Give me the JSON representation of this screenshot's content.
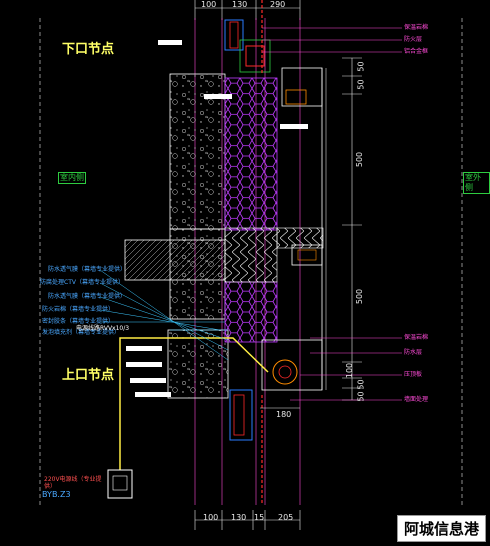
{
  "titles": {
    "lower_node": "下口节点",
    "upper_node": "上口节点"
  },
  "rooms": {
    "left": "室内侧",
    "right": "室外侧"
  },
  "top_dims": [
    "100",
    "130",
    "290"
  ],
  "bottom_dims": [
    "100",
    "130",
    "15",
    "205"
  ],
  "right_dims": [
    "50",
    "50",
    "500",
    "500",
    "100",
    "50",
    "50"
  ],
  "inner_dim": "180",
  "notes_left": [
    "防水透气膜（幕墙专业提供）",
    "防腐处理CTV（幕墙专业提供）",
    "防水透气膜（幕墙专业提供）",
    "防火岩棉（幕墙专业提供）",
    "密封胶条（幕墙专业提供）",
    "发泡填充剂（幕墙专业提供）",
    "电源线路RVVx10/3"
  ],
  "notes_right_top": [
    "保温岩棉",
    "防火层",
    "铝合金框"
  ],
  "notes_right_bottom": [
    "保温岩棉",
    "防水层",
    "压顶板",
    "墙面处理"
  ],
  "cable_note": "220V电源线（专业提供）",
  "box_label": "BYB.Z3",
  "watermark": "阿城信息港",
  "colors": {
    "dimension": "#eaeaea",
    "insulation": "#c03cff",
    "concrete": "#ffffff",
    "note_pink": "#ff4bd8",
    "note_blue": "#4aa8ff",
    "title": "#ffff66",
    "frame": "#ff2a2a",
    "glass": "#2a7bff",
    "leader": "#3cc8ff"
  }
}
